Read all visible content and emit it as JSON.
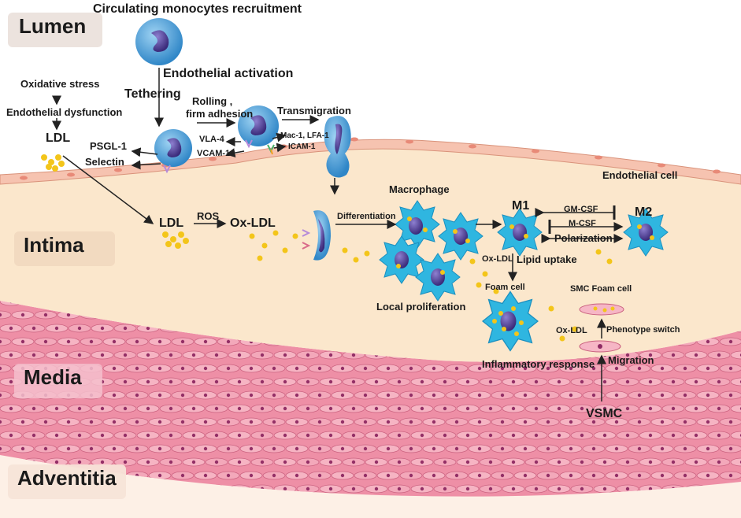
{
  "regions": {
    "lumen": "Lumen",
    "intima": "Intima",
    "media": "Media",
    "adventitia": "Adventitia"
  },
  "labels": {
    "circulating": "Circulating monocytes recruitment",
    "endothelial_activation": "Endothelial activation",
    "tethering": "Tethering",
    "rolling": "Rolling ,",
    "firm_adhesion": "firm adhesion",
    "transmigration": "Transmigration",
    "oxidative_stress": "Oxidative stress",
    "endothelial_dysfunction": "Endothelial dysfunction",
    "ldl_lumen": "LDL",
    "psgl1": "PSGL-1",
    "selectin": "Selectin",
    "vla4": "VLA-4",
    "vcam1": "VCAM-1",
    "mac1": "Mac-1, LFA-1",
    "icam1": "ICAM-1",
    "endothelial_cell": "Endothelial cell",
    "ldl_intima": "LDL",
    "ros": "ROS",
    "oxldl": "Ox-LDL",
    "differentiation": "Differentiation",
    "macrophage": "Macrophage",
    "m1": "M1",
    "m2": "M2",
    "gmcsf": "GM-CSF",
    "mcsf": "M-CSF",
    "polarization": "Polarization",
    "oxldl2": "Ox-LDL",
    "lipid_uptake": "Lipid uptake",
    "foam_cell": "Foam cell",
    "local_proliferation": "Local proliferation",
    "smc_foam_cell": "SMC  Foam cell",
    "oxldl3": "Ox-LDL",
    "phenotype_switch": "Phenotype switch",
    "inflammatory_response": "Inflammatory response",
    "migration": "Migration",
    "vsmc": "VSMC"
  },
  "colors": {
    "monocyte": "#3a9ad9",
    "nucleus": "#4b3a8c",
    "macrophage": "#2fb6e0",
    "lipid": "#f3c51a",
    "intima": "#fbe7cc",
    "media": "#ee8fa6",
    "smc_nucleus": "#8e2a63",
    "adventitia": "#fdf0e6",
    "endothelium": "#f6c3b0"
  }
}
